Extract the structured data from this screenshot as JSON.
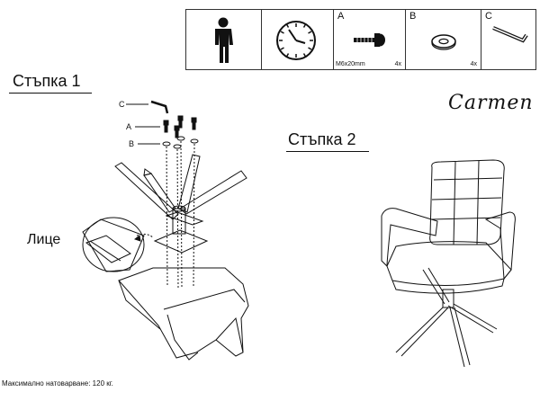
{
  "parts": {
    "a_letter": "A",
    "a_spec": "M6x20mm",
    "a_qty": "4x",
    "b_letter": "B",
    "b_qty": "4x",
    "c_letter": "C"
  },
  "icons": [
    "person-icon",
    "clock-icon",
    "bolt-icon",
    "washer-icon",
    "allen-key-icon"
  ],
  "step1": {
    "title": "Стъпка 1"
  },
  "step2": {
    "title": "Стъпка 2"
  },
  "brand": "Carmen",
  "labels": {
    "c": "C",
    "a": "A",
    "b": "B",
    "face": "Лице"
  },
  "footer": "Максимално натоварване: 120 кг."
}
